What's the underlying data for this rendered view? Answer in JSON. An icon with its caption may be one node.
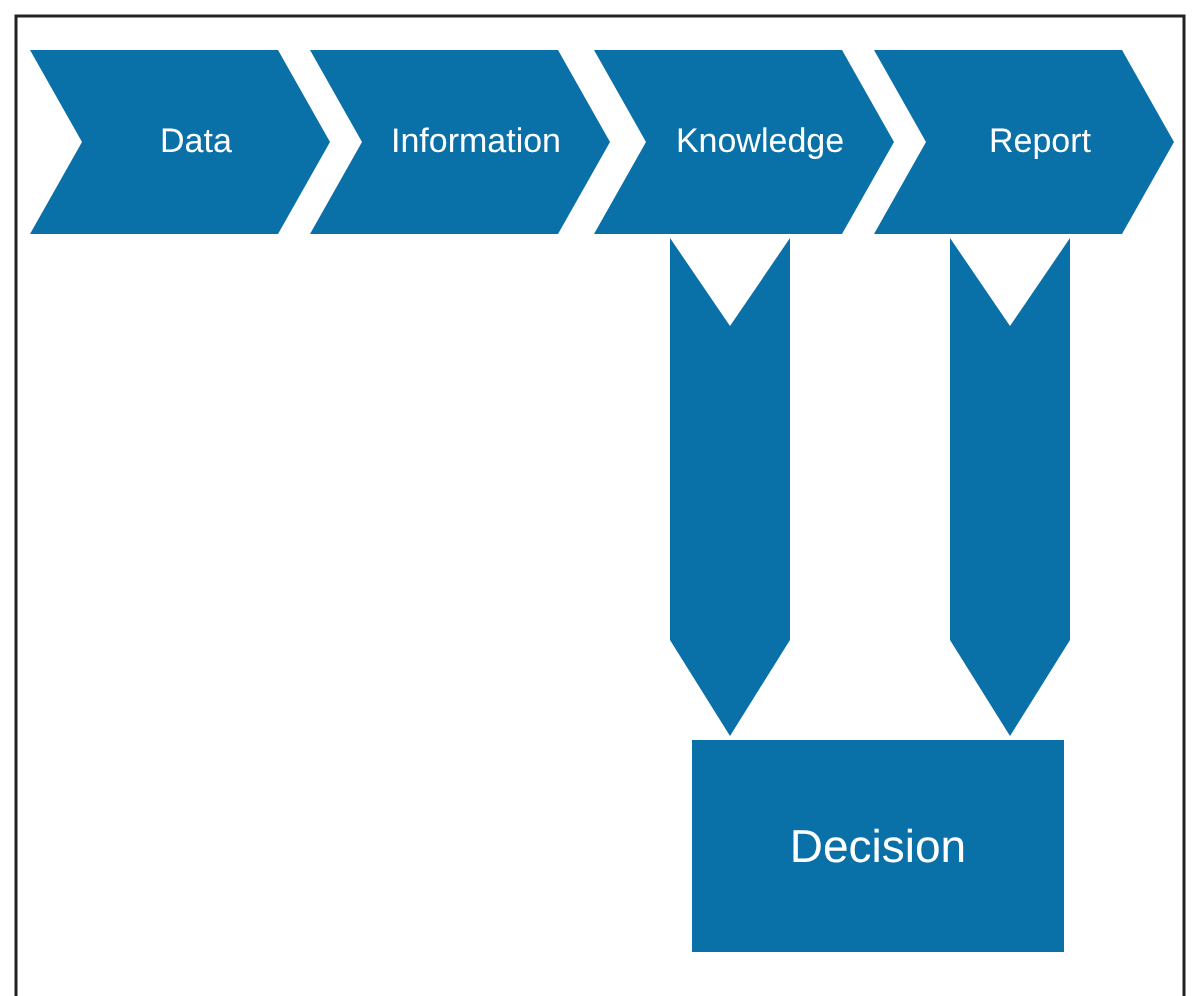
{
  "diagram": {
    "nodes": [
      {
        "text": [
          "Data"
        ]
      },
      {
        "text": [
          "Information"
        ]
      },
      {
        "text": [
          "Knowledge"
        ]
      },
      {
        "text": [
          "Report"
        ]
      },
      {
        "text": [
          "Decision"
        ]
      }
    ],
    "edges": [
      {
        "from": 2,
        "to": 4,
        "arrow": "to"
      },
      {
        "from": 3,
        "to": 4,
        "arrow": "to"
      }
    ]
  }
}
